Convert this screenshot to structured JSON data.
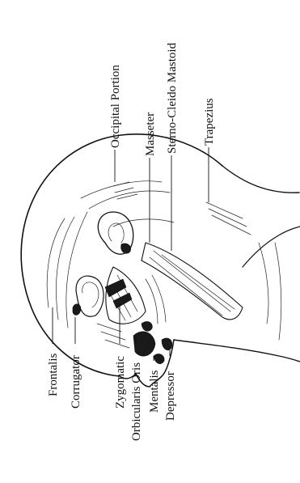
{
  "labels": {
    "occipital_portion": "Occipital Portion",
    "sterno_cleido_mastoid": "Sterno-Cleido Mastoid",
    "masseter": "Masseter",
    "trapezius": "Trapezius",
    "frontalis": "Frontalis",
    "corrugator": "Corrugator",
    "zygomatic": "Zygomatic",
    "orbicularis_oris": "Orbicularis Oris",
    "mentalis": "Mentalis",
    "depressor": "Depressor"
  },
  "colors": {
    "ink": "#111111",
    "background": "#ffffff"
  }
}
